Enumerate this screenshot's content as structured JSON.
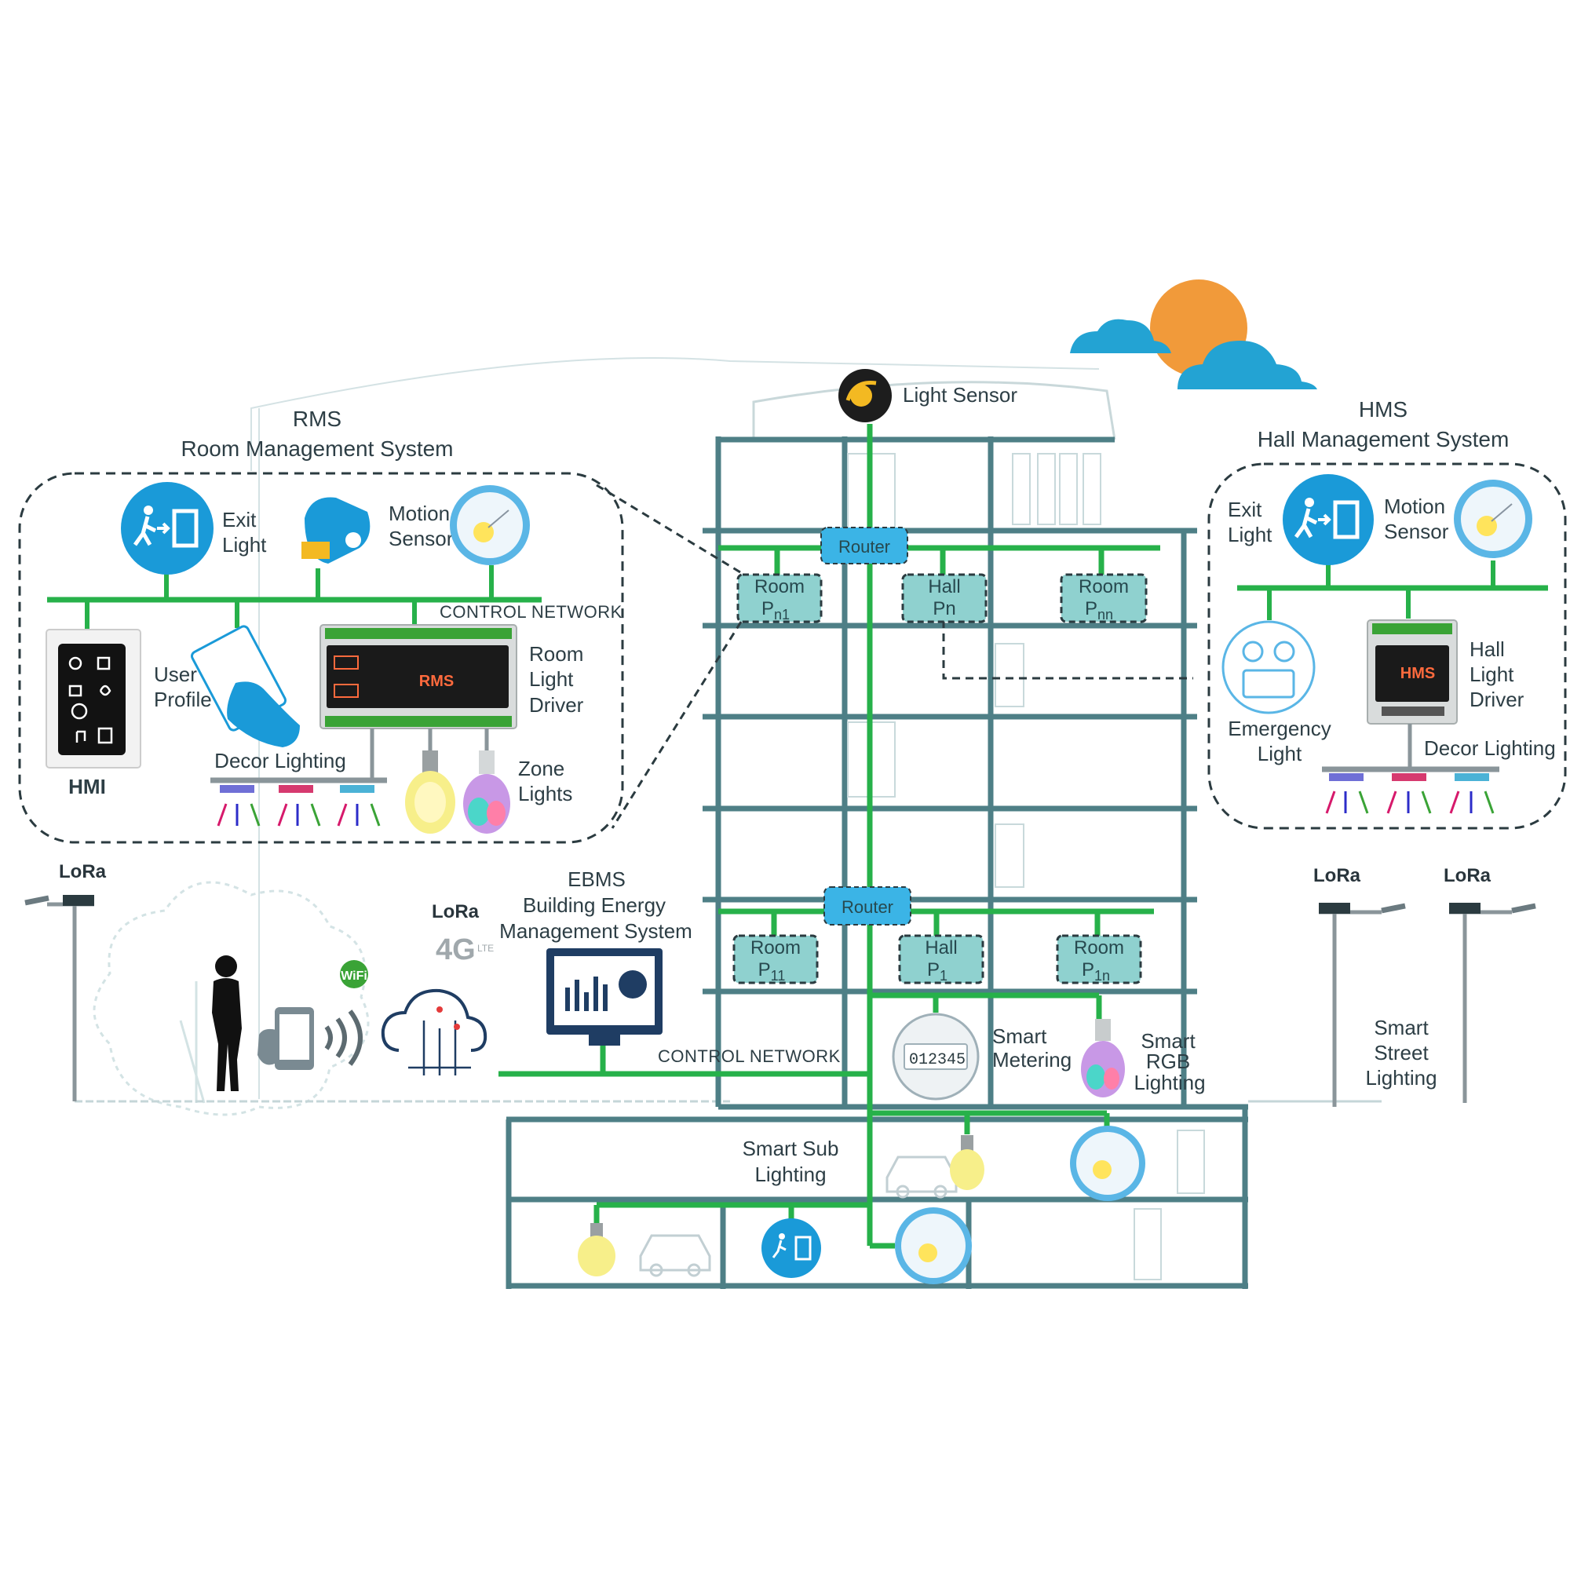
{
  "colors": {
    "structure": "#4e7f86",
    "network": "#27b14a",
    "dashed": "#2b3b40",
    "box_fill": "#8fd1cf",
    "router_fill": "#3bb4e6",
    "icon_blue": "#1a9ad8",
    "sun": "#f19a3a",
    "cloud": "#23a3d3"
  },
  "rms": {
    "title": "RMS",
    "subtitle": "Room Management System",
    "exit_light": [
      "Exit",
      "Light"
    ],
    "motion_sensor": [
      "Motion",
      "Sensor"
    ],
    "control_network": "CONTROL NETWORK",
    "user_profile": [
      "User",
      "Profile"
    ],
    "room_light_driver": [
      "Room",
      "Light",
      "Driver"
    ],
    "device_label": "RMS",
    "hmi": "HMI",
    "decor_lighting": "Decor Lighting",
    "zone_lights": [
      "Zone",
      "Lights"
    ]
  },
  "hms": {
    "title": "HMS",
    "subtitle": "Hall Management System",
    "exit_light": [
      "Exit",
      "Light"
    ],
    "motion_sensor": [
      "Motion",
      "Sensor"
    ],
    "emergency_light": [
      "Emergency",
      "Light"
    ],
    "hall_light_driver": [
      "Hall",
      "Light",
      "Driver"
    ],
    "device_label": "HMS",
    "decor_lighting": "Decor Lighting"
  },
  "building": {
    "light_sensor": "Light Sensor",
    "router_top": "Router",
    "router_bottom": "Router",
    "upper_boxes": [
      {
        "line1": "Room",
        "line2": "P",
        "sub": "n1"
      },
      {
        "line1": "Hall",
        "line2": "Pn",
        "sub": ""
      },
      {
        "line1": "Room",
        "line2": "P",
        "sub": "nn"
      }
    ],
    "lower_boxes": [
      {
        "line1": "Room",
        "line2": "P",
        "sub": "11"
      },
      {
        "line1": "Hall",
        "line2": "P",
        "sub": "1"
      },
      {
        "line1": "Room",
        "line2": "P",
        "sub": "1n"
      }
    ],
    "smart_metering": [
      "Smart",
      "Metering"
    ],
    "meter_reading": "012345",
    "smart_rgb": [
      "Smart",
      "RGB",
      "Lighting"
    ],
    "smart_sub": [
      "Smart Sub",
      "Lighting"
    ],
    "control_network": "CONTROL NETWORK"
  },
  "ebms": {
    "title": "EBMS",
    "line1": "Building Energy",
    "line2": "Management System"
  },
  "connectivity": {
    "lora_left": "LoRa",
    "lora_center": "LoRa",
    "lora_right1": "LoRa",
    "lora_right2": "LoRa",
    "wifi": "WiFi",
    "cell": "4G",
    "lte": "LTE"
  },
  "street": [
    "Smart",
    "Street",
    "Lighting"
  ]
}
